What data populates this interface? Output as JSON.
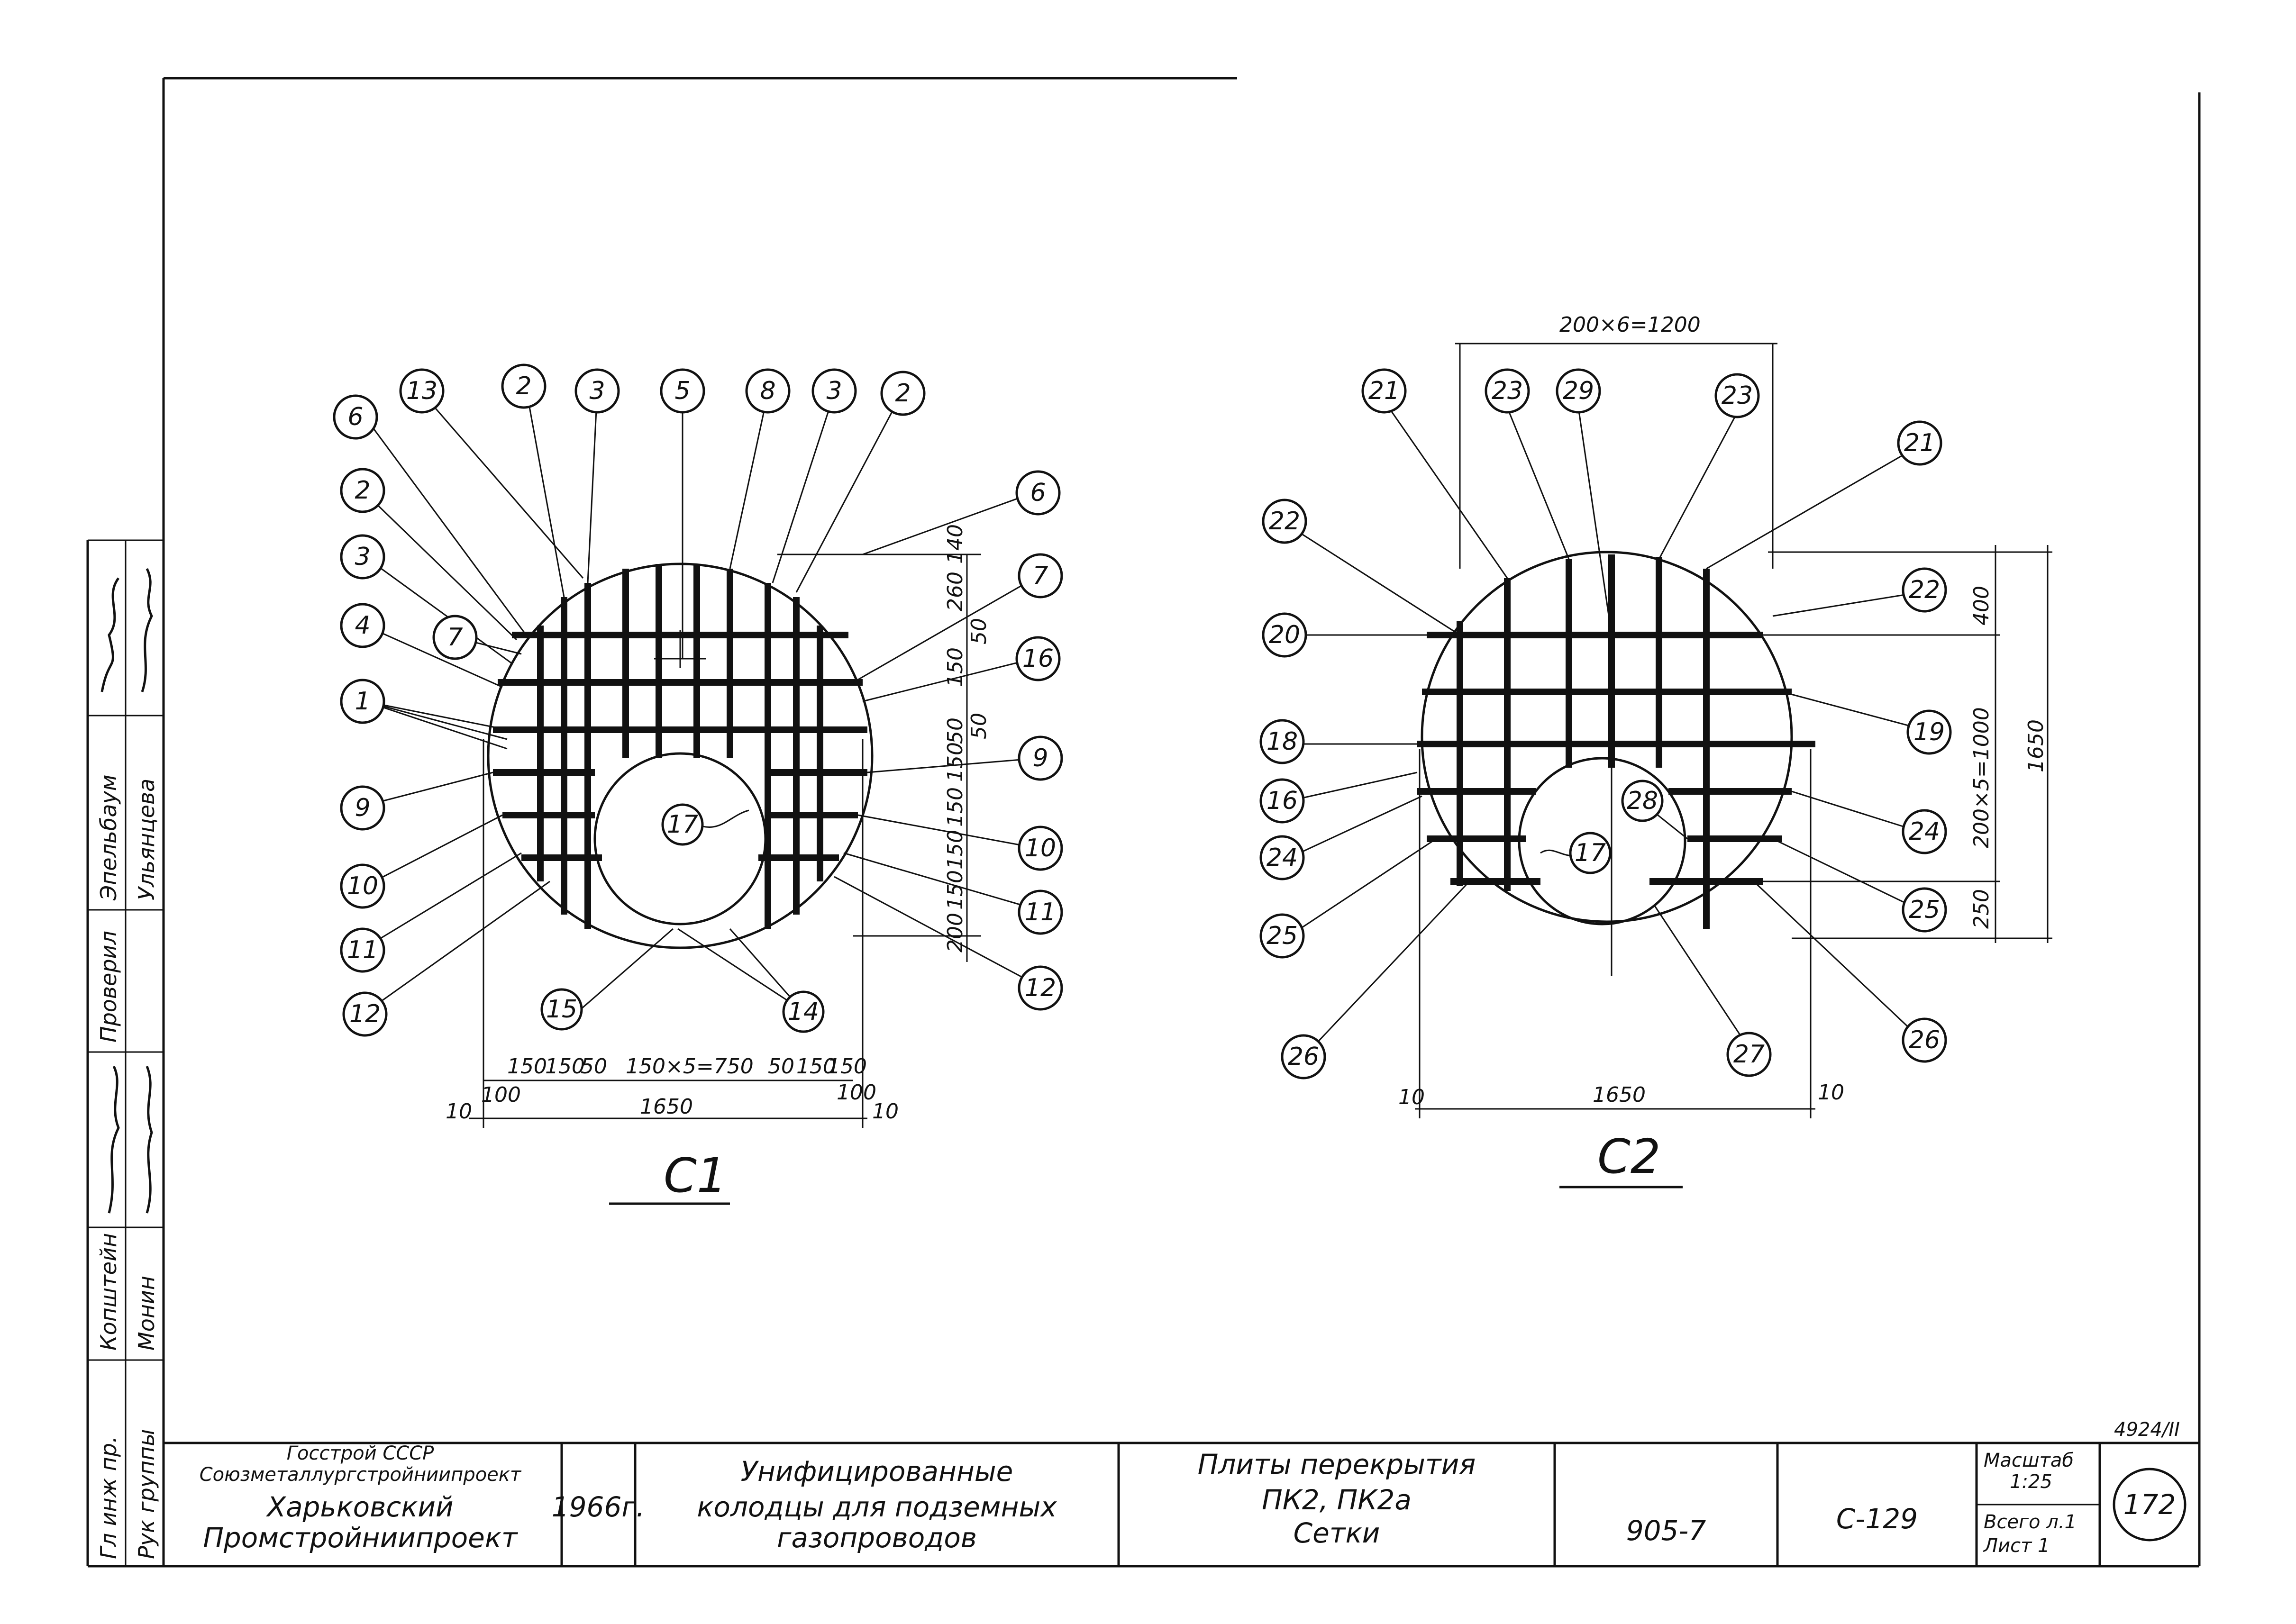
{
  "drawing_c1": {
    "title": "С1",
    "top_bubbles": [
      "6",
      "13",
      "2",
      "3",
      "5",
      "8",
      "3",
      "2"
    ],
    "left_bubbles": [
      "2",
      "3",
      "4",
      "7",
      "1",
      "9",
      "10",
      "11",
      "12"
    ],
    "right_bubbles": [
      "6",
      "7",
      "16",
      "9",
      "10",
      "11",
      "12"
    ],
    "bottom_bubbles": [
      "15",
      "14"
    ],
    "center_bubble": "17",
    "dims_bottom": [
      "150",
      "150",
      "50",
      "150×5=750",
      "50",
      "150",
      "150"
    ],
    "dims_small": [
      "10",
      "100",
      "100",
      "10"
    ],
    "overall": "1650",
    "dims_right": [
      "140",
      "260",
      "50",
      "150",
      "50",
      "50",
      "150",
      "150",
      "150",
      "150",
      "200"
    ]
  },
  "drawing_c2": {
    "title": "С2",
    "top_dim": "200×6=1200",
    "top_bubbles": [
      "21",
      "23",
      "29",
      "23",
      "21"
    ],
    "left_bubbles": [
      "22",
      "20",
      "18",
      "16",
      "24",
      "25",
      "26"
    ],
    "right_bubbles": [
      "22",
      "19",
      "24",
      "25",
      "26"
    ],
    "bottom_bubbles": [
      "27"
    ],
    "inner_bubbles": [
      "17",
      "28"
    ],
    "dims_right": [
      "400",
      "200×5=1000",
      "250"
    ],
    "overall_right": "1650",
    "overall": "1650",
    "dims_small": [
      "10",
      "10"
    ]
  },
  "stamp": {
    "org_line1": "Госстрой СССР",
    "org_line2": "Союзметаллургстройниипроект",
    "org_line3": "Харьковский",
    "org_line4": "Промстройниипроект",
    "year": "1966г.",
    "project_line1": "Унифицированные",
    "project_line2": "колодцы для подземных",
    "project_line3": "газопроводов",
    "sheet_line1": "Плиты перекрытия",
    "sheet_line2": "ПК2, ПК2а",
    "sheet_line3": "Сетки",
    "series": "905-7",
    "code": "С-129",
    "scale_label": "Масштаб",
    "scale_value": "1:25",
    "total_label": "Всего л.1",
    "sheet_label": "Лист 1",
    "page_number": "172",
    "archive_number": "4924/II"
  },
  "side_stamp": {
    "roles": [
      "Рук группы",
      "Гл инж пр.",
      "Проверил"
    ],
    "names": [
      "Монин",
      "Копштейн",
      "Эпельбаум",
      "Ульянцева"
    ]
  }
}
